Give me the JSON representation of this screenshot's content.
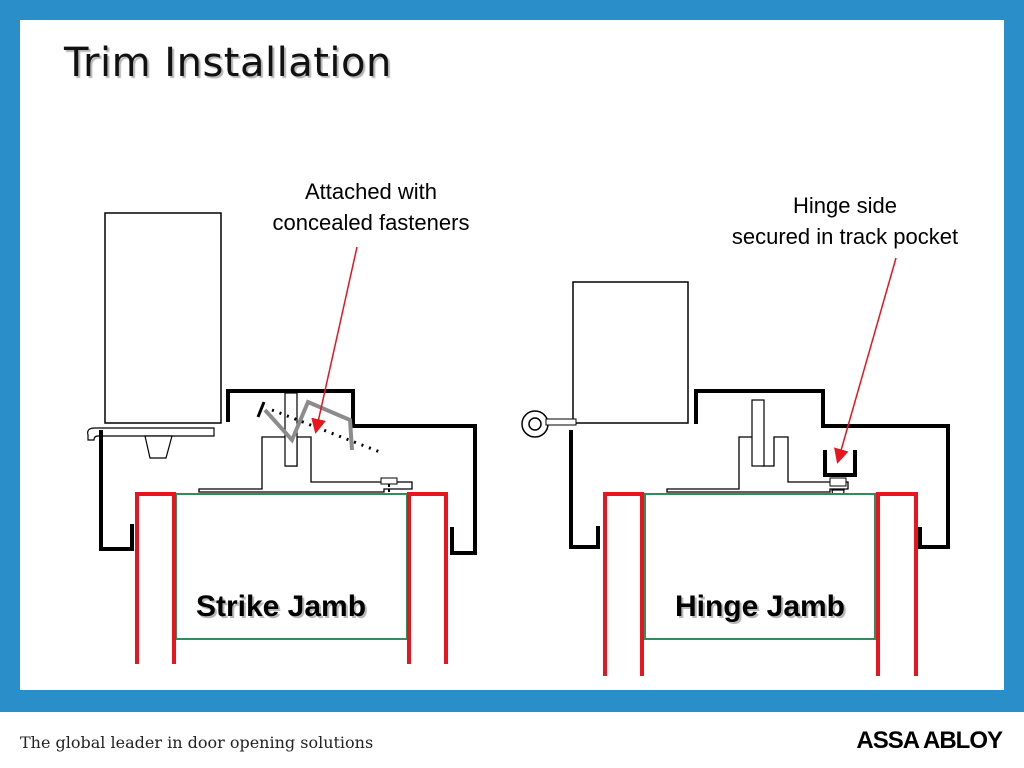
{
  "slide": {
    "title": "Trim Installation",
    "callouts": {
      "left_line1": "Attached with",
      "left_line2": "concealed fasteners",
      "right_line1": "Hinge side",
      "right_line2": "secured in track pocket"
    },
    "labels": {
      "strike": "Strike Jamb",
      "hinge": "Hinge Jamb"
    }
  },
  "footer": {
    "tagline": "The global leader in door opening solutions",
    "logo": "ASSA ABLOY"
  },
  "colors": {
    "frame": "#2a8fc8",
    "jamb_outline": "#e8141e",
    "wall_outline": "#2f8f5a",
    "arrow": "#e8141e",
    "fastener_gray": "#8c8c8c"
  }
}
